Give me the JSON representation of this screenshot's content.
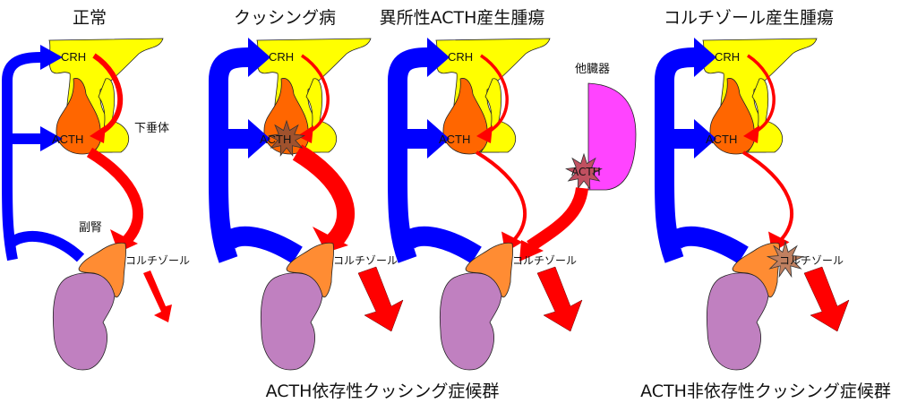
{
  "panels": [
    {
      "id": "normal",
      "title": "正常",
      "variant": "normal"
    },
    {
      "id": "cushing-disease",
      "title": "クッシング病",
      "variant": "pituitary-tumor"
    },
    {
      "id": "ectopic-acth",
      "title": "異所性ACTH産生腫瘍",
      "variant": "ectopic"
    },
    {
      "id": "cortisol-tumor",
      "title": "コルチゾール産生腫瘍",
      "variant": "adrenal-tumor"
    }
  ],
  "labels": {
    "crh": "CRH",
    "acth": "ACTH",
    "pituitary": "下垂体",
    "adrenal": "副腎",
    "cortisol": "コルチゾール",
    "other_organ": "他臓器",
    "ectopic_acth": "ACTH"
  },
  "captions": {
    "acth_dependent": "ACTH依存性クッシング症候群",
    "acth_independent": "ACTH非依存性クッシング症候群"
  },
  "colors": {
    "hypothalamus": "#ffff00",
    "pituitary_anterior": "#ff6600",
    "feedback": "#0000ff",
    "stimulation": "#ff0000",
    "adrenal": "#ff8c33",
    "kidney": "#c080c0",
    "other_organ": "#ff44ff",
    "tumor_pituitary": "#a0522d",
    "tumor_ectopic": "#c05060",
    "tumor_adrenal": "#c08060"
  }
}
